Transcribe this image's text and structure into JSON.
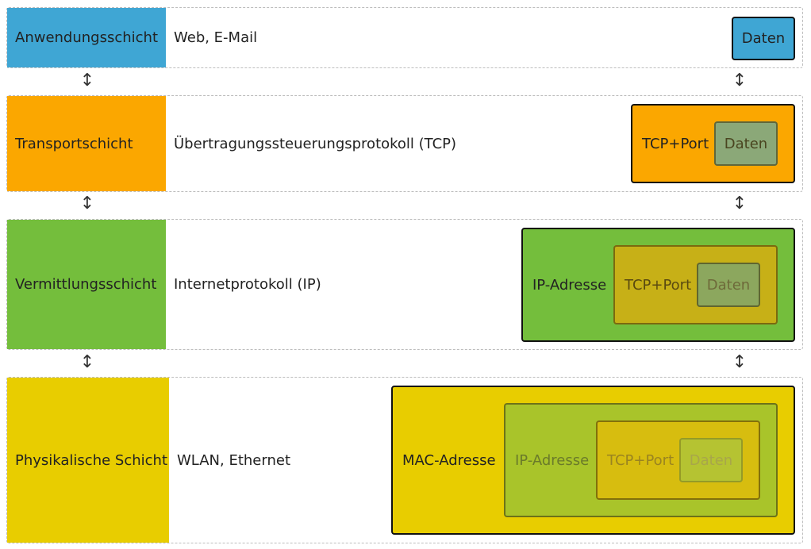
{
  "layers": [
    {
      "name": "Anwendungsschicht",
      "protocol": "Web, E-Mail",
      "color": "#3fa6d4",
      "packet": [
        "Daten"
      ]
    },
    {
      "name": "Transportschicht",
      "protocol": "Übertragungssteuerungsprotokoll (TCP)",
      "color": "#fba700",
      "packet": [
        "TCP+Port",
        "Daten"
      ]
    },
    {
      "name": "Vermittlungsschicht",
      "protocol": "Internetprotokoll (IP)",
      "color": "#74be3c",
      "packet": [
        "IP-Adresse",
        "TCP+Port",
        "Daten"
      ]
    },
    {
      "name": "Physikalische Schicht",
      "protocol": "WLAN, Ethernet",
      "color": "#e8cd00",
      "packet": [
        "MAC-Adresse",
        "IP-Adresse",
        "TCP+Port",
        "Daten"
      ]
    }
  ],
  "arrow_symbol": "↕",
  "packet_colors": {
    "daten": "#3fa6d4",
    "tcp_port": "#fba700",
    "ip_adresse": "#74be3c",
    "mac_adresse": "#e8cd00"
  }
}
